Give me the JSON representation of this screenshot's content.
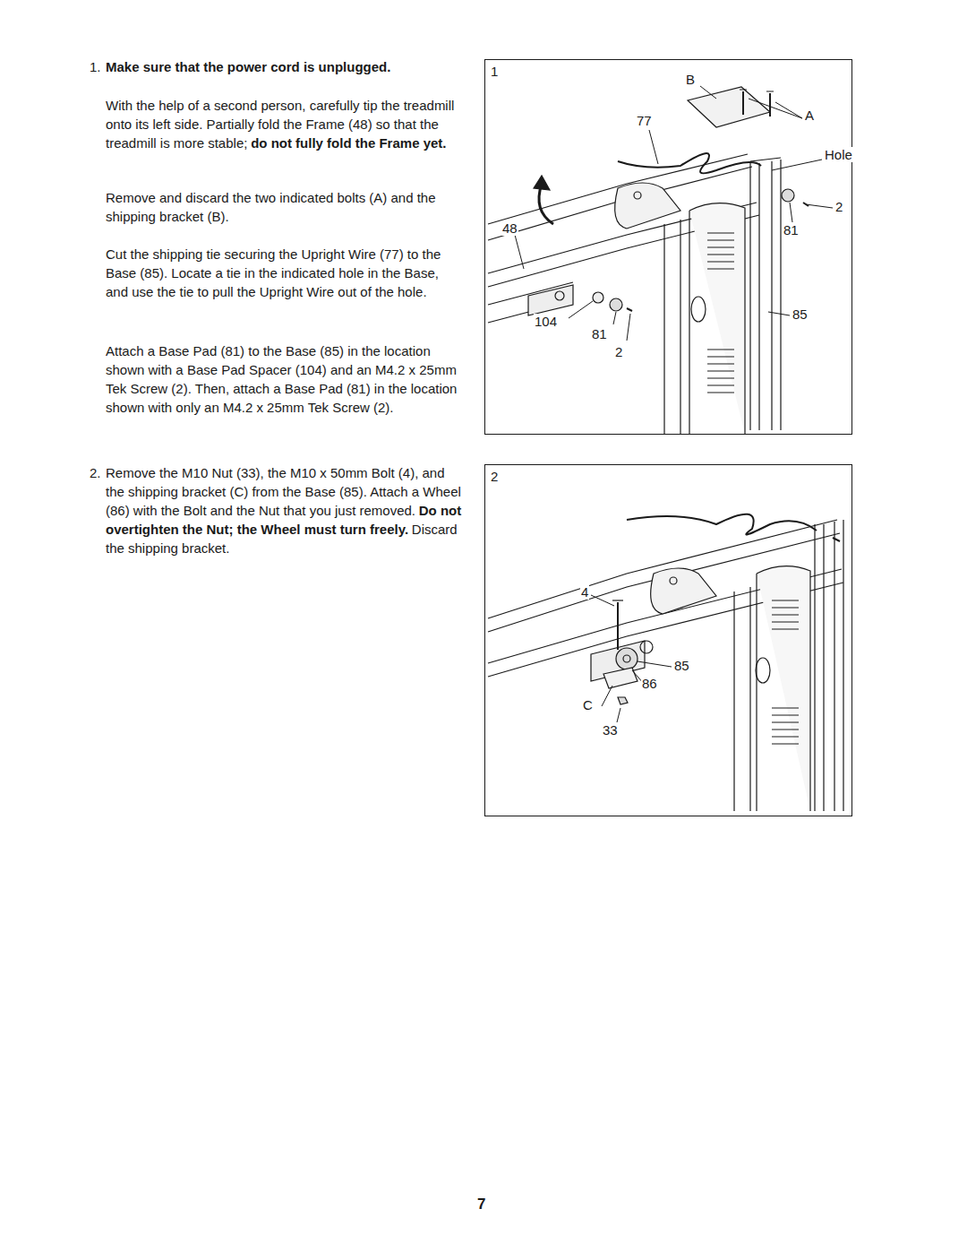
{
  "diagram": {
    "nodes": [
      {
        "text": [
          "1"
        ]
      },
      {
        "text": [
          "2"
        ]
      }
    ],
    "labels": [
      "1.",
      "Make sure that the power cord is unplugged.",
      "With the help of a second person, carefully tip the treadmill onto its left side. Partially fold the Frame (48) so that the treadmill is more stable;",
      "do not fully fold the Frame yet.",
      "Remove and discard the two indicated bolts (A) and the shipping bracket (B).",
      "Cut the shipping tie securing the Upright Wire (77) to the Base (85). Locate a tie in the indicated hole in the Base, and use the tie to pull the Upright Wire out of the hole.",
      "Attach a Base Pad (81) to the Base (85) in the location shown with a Base Pad Spacer (104) and an M4.2 x 25mm Tek Screw (2). Then, attach a Base Pad (81) in the location shown with only an M4.2 x 25mm Tek Screw (2).",
      "2.",
      "Remove the M10 Nut (33), the M10 x 50mm Bolt (4), and the shipping bracket (C) from the Base (85). Attach a Wheel (86) with the Bolt and the Nut that you just removed.",
      "Do not overtighten the Nut; the Wheel must turn freely.",
      "Discard the shipping bracket.",
      "B",
      "77",
      "A",
      "Hole",
      "2",
      "48",
      "81",
      "104",
      "81",
      "2",
      "85",
      "4",
      "85",
      "86",
      "C",
      "33",
      "7"
    ]
  }
}
